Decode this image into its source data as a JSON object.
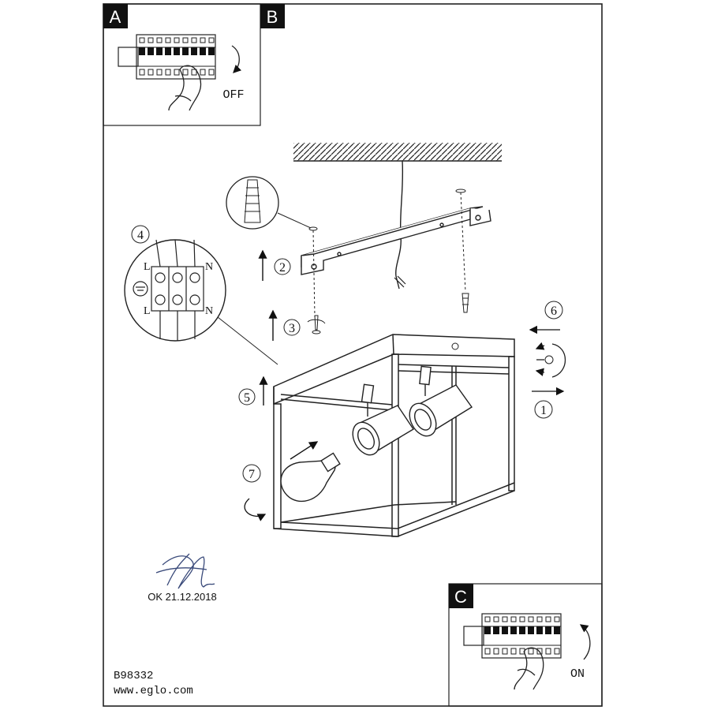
{
  "panels": {
    "a": {
      "letter": "A",
      "state_label": "OFF"
    },
    "b": {
      "letter": "B"
    },
    "c": {
      "letter": "C",
      "state_label": "ON"
    }
  },
  "steps": [
    "1",
    "2",
    "3",
    "4",
    "5",
    "6",
    "7"
  ],
  "terminal_labels": {
    "live": "L",
    "neutral": "N"
  },
  "approval": {
    "stamp": "OK 21.12.2018"
  },
  "footer": {
    "article_number": "B98332",
    "website": "www.eglo.com"
  }
}
